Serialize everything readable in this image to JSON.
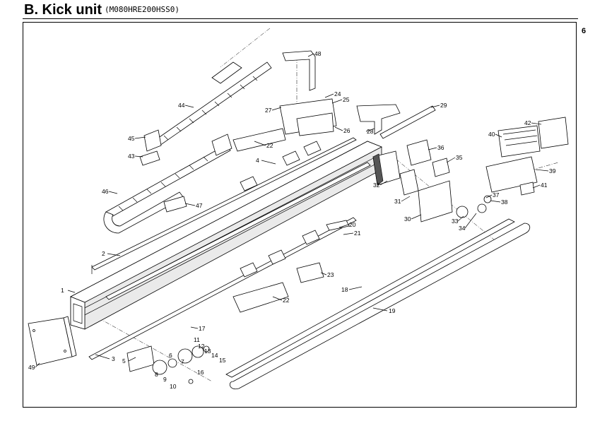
{
  "header": {
    "title": "B. Kick unit",
    "model_code": "(M080HRE200HSS0)",
    "page_number": "6"
  },
  "callouts": [
    "1",
    "2",
    "3",
    "4",
    "5",
    "6",
    "7",
    "8",
    "9",
    "10",
    "11",
    "12",
    "13",
    "14",
    "15",
    "16",
    "17",
    "18",
    "19",
    "20",
    "21",
    "22",
    "22",
    "23",
    "24",
    "25",
    "26",
    "27",
    "28",
    "29",
    "30",
    "31",
    "32",
    "33",
    "34",
    "35",
    "36",
    "37",
    "38",
    "39",
    "40",
    "41",
    "42",
    "43",
    "44",
    "45",
    "46",
    "47",
    "48",
    "49"
  ]
}
